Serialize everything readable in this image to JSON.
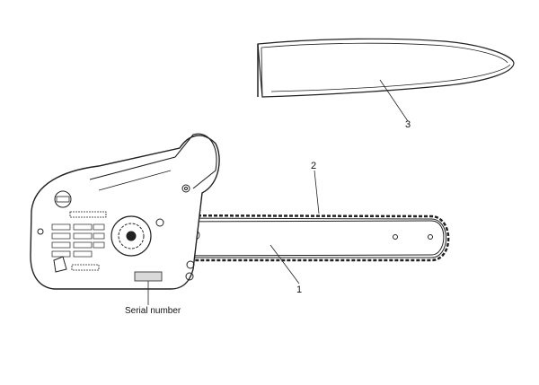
{
  "diagram": {
    "subject": "Top-handle chainsaw with guide bar, saw chain and bar cover",
    "callouts": [
      {
        "id": "1",
        "label": "1",
        "target": "guide-bar"
      },
      {
        "id": "2",
        "label": "2",
        "target": "saw-chain"
      },
      {
        "id": "3",
        "label": "3",
        "target": "bar-cover"
      }
    ],
    "serial_label": "Serial number",
    "colors": {
      "line": "#222222",
      "fill": "#ffffff",
      "shade": "#d9d9d9"
    }
  }
}
